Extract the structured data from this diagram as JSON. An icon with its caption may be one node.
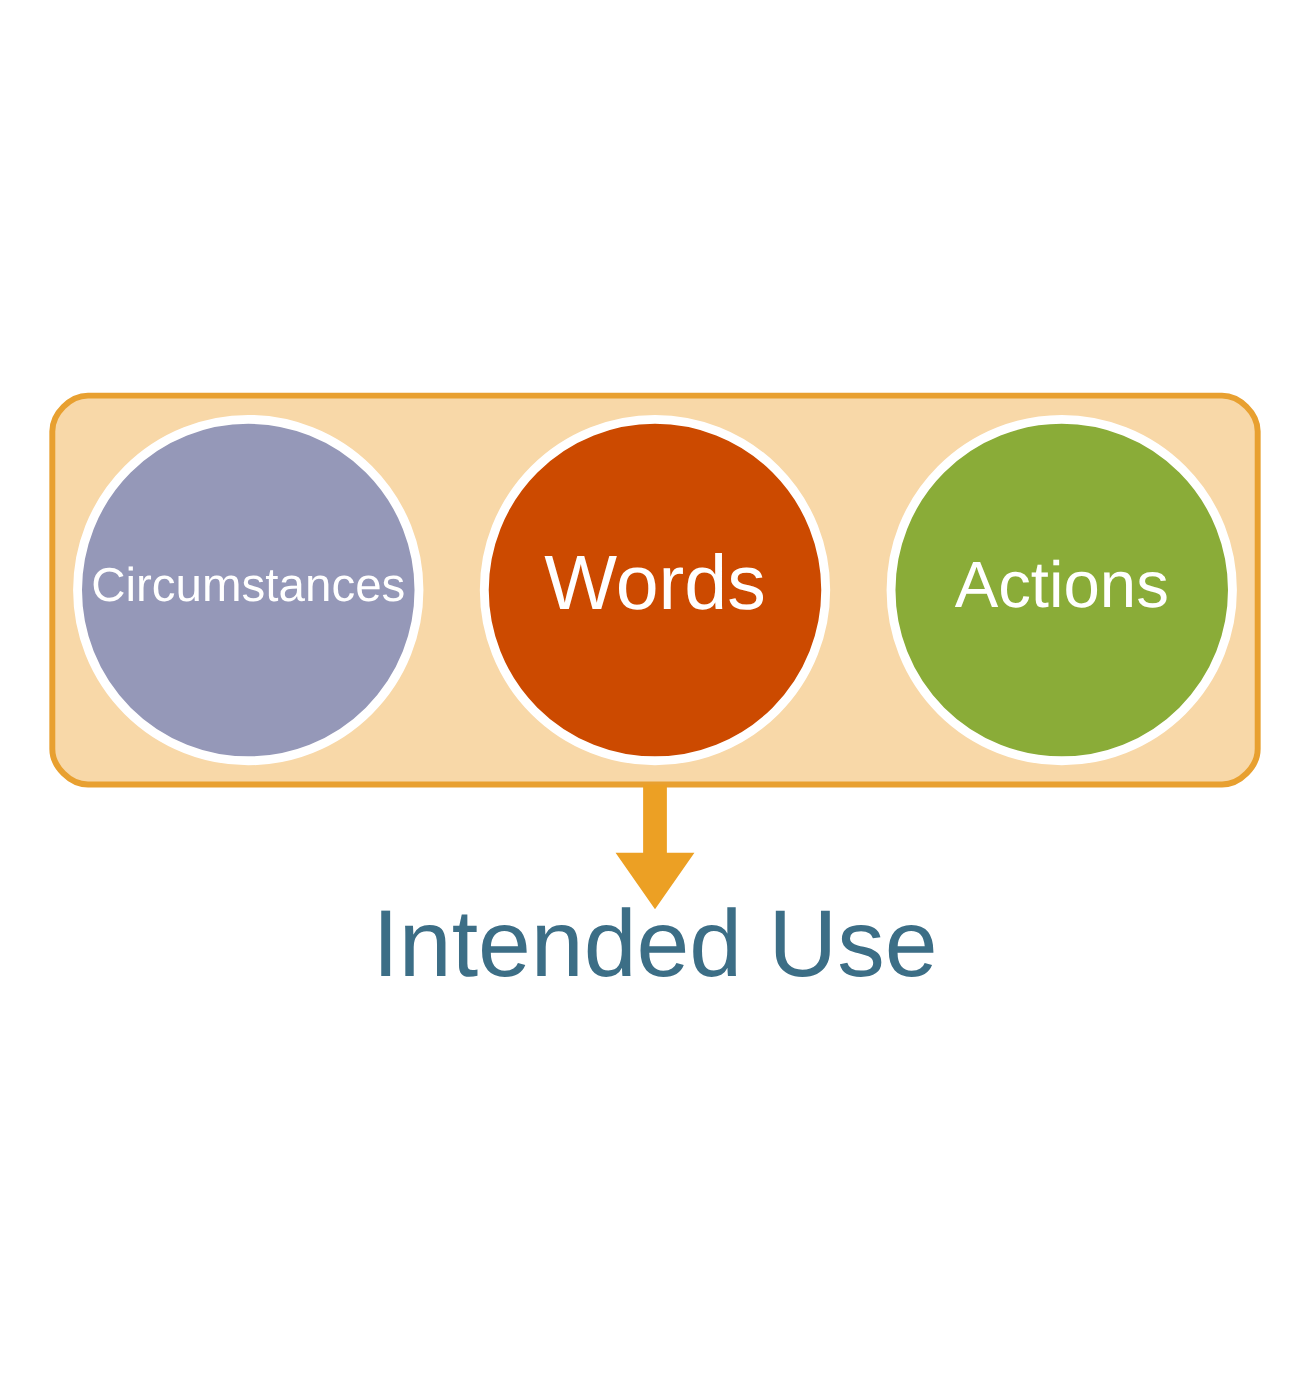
{
  "diagram": {
    "nodes": [
      {
        "text": [],
        "shape": "funnel"
      },
      {
        "text": [
          "Actions"
        ],
        "in": 0
      },
      {
        "text": [
          "Words"
        ],
        "in": 0
      },
      {
        "text": [
          "Circumstances"
        ],
        "in": 0
      },
      {
        "text": [
          "Intended Use"
        ]
      }
    ],
    "edges": [
      {
        "from": 0,
        "to": 4,
        "arrow": "to",
        "color": "#eca024"
      }
    ]
  }
}
